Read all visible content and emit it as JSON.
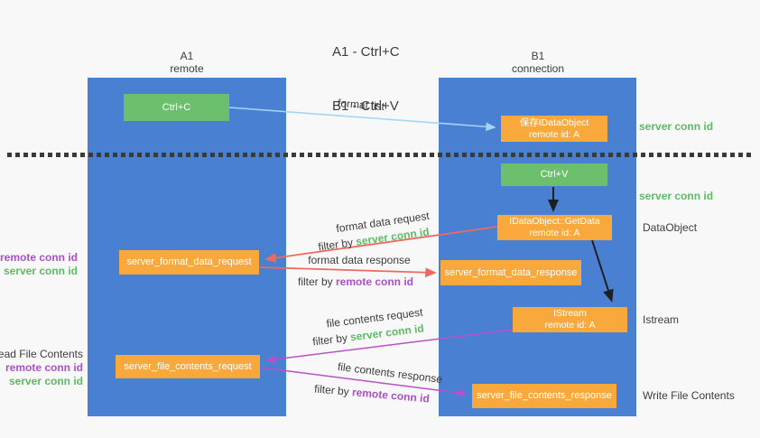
{
  "title": {
    "line1": "A1 - Ctrl+C",
    "line2": "B1 - Ctrl+V"
  },
  "columns": {
    "a1": {
      "name": "A1",
      "subtitle": "remote"
    },
    "b1": {
      "name": "B1",
      "subtitle": "connection"
    }
  },
  "nodes": {
    "ctrl_c": "Ctrl+C",
    "save_idataobject": {
      "line1": "保存IDataObject",
      "line2": "remote id: A"
    },
    "ctrl_v": "Ctrl+V",
    "getdata": {
      "line1": "IDataObject::GetData",
      "line2": "remote id: A"
    },
    "server_format_data_request": "server_format_data_request",
    "server_format_data_response": "server_format_data_response",
    "istream": {
      "line1": "IStream",
      "line2": "remote id: A"
    },
    "server_file_contents_request": "server_file_contents_request",
    "server_file_contents_response": "server_file_contents_response"
  },
  "edge_labels": {
    "format_list": "format list",
    "format_data_request": "format data request",
    "format_data_response": "format data response",
    "file_contents_request": "file contents request",
    "file_contents_response": "file contents response",
    "filter_by": "filter by ",
    "server_conn_id": "server conn id",
    "remote_conn_id": "remote conn id"
  },
  "side_labels": {
    "server_conn_id": "server conn id",
    "remote_conn_id": "remote conn id",
    "dataobject": "DataObject",
    "istream": "Istream",
    "read_file_contents": "Read File Contents",
    "write_file_contents": "Write File Contents"
  },
  "colors": {
    "background": "#f8f8f8",
    "column_blue": "#4a80d2",
    "node_orange": "#f9a93c",
    "node_green": "#6cbf6c",
    "arrow_lightblue": "#a3d5f5",
    "arrow_red": "#ed6a5f",
    "arrow_purple": "#bb4fc9",
    "arrow_black": "#1f1f1f",
    "text_green": "#5dbb63",
    "text_purple": "#ab50c8",
    "text_dark": "#3d3d3d"
  }
}
